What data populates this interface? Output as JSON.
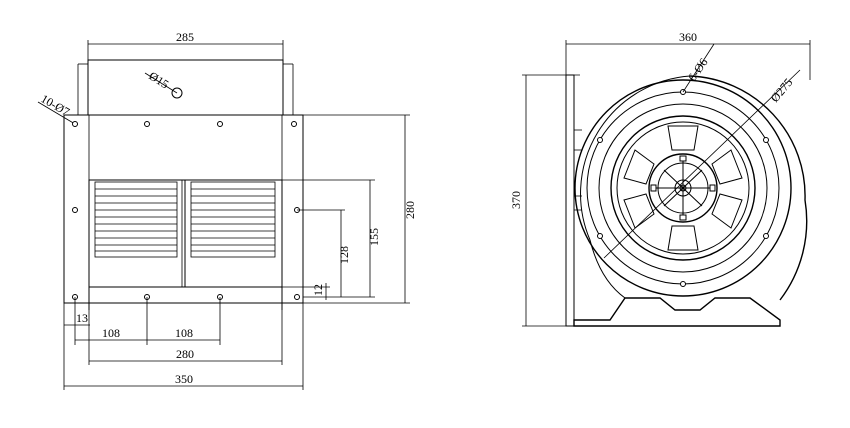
{
  "front_view": {
    "dim_top_width": "285",
    "dim_outlet_hole": "Ø15",
    "dim_mount_holes": "10-Ø7",
    "dim_height_280": "280",
    "dim_155": "155",
    "dim_128": "128",
    "dim_12": "12",
    "dim_13": "13",
    "dim_108_left": "108",
    "dim_108_right": "108",
    "dim_bottom_280": "280",
    "dim_bottom_350": "350"
  },
  "side_view": {
    "dim_width": "360",
    "dim_height": "370",
    "dim_flange_holes": "6-Ø6",
    "dim_diameter": "Ø275"
  }
}
